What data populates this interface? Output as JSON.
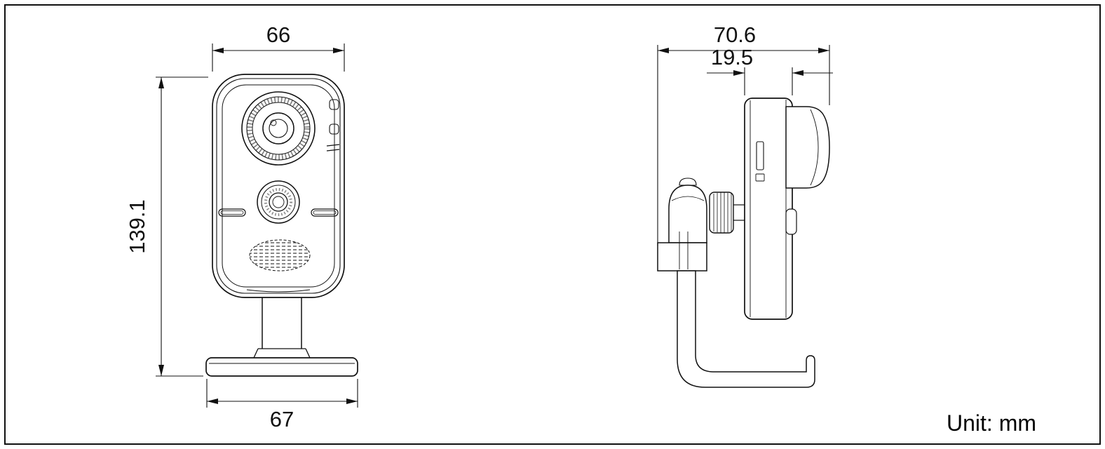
{
  "colors": {
    "line": "#111111",
    "background": "#ffffff"
  },
  "views": {
    "front": {
      "width_top": "66",
      "height": "139.1",
      "base_width": "67"
    },
    "side": {
      "depth_total": "70.6",
      "front_depth": "19.5"
    }
  },
  "unit_label": "Unit: mm"
}
